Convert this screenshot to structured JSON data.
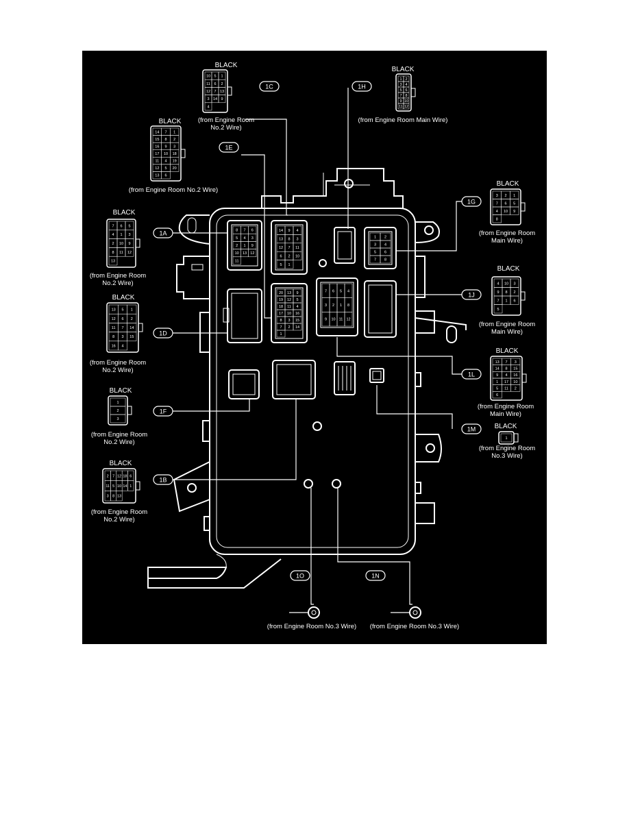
{
  "black": "BLACK",
  "connectors": {
    "1A": {
      "tag": "1A",
      "caption": [
        "(from Engine Room",
        "No.2 Wire)"
      ],
      "pins": [
        "7",
        "6",
        "5",
        "4",
        "1",
        "3",
        "2",
        "10",
        "9",
        "8",
        "11",
        "12",
        "13"
      ]
    },
    "1B": {
      "tag": "1B",
      "caption": [
        "(from Engine Room",
        "No.2 Wire)"
      ],
      "pins": [
        "2",
        "7",
        "12",
        "18",
        "6",
        "11",
        "5",
        "10",
        "14",
        "1",
        "3",
        "8",
        "13"
      ]
    },
    "1C": {
      "tag": "1C",
      "caption": [
        "(from Engine Room",
        "No.2 Wire)"
      ],
      "pins": [
        "10",
        "5",
        "1",
        "11",
        "6",
        "2",
        "12",
        "7",
        "13",
        "3",
        "14",
        "9",
        "4"
      ]
    },
    "1D": {
      "tag": "1D",
      "caption": [
        "(from Engine Room",
        "No.2 Wire)"
      ],
      "pins": [
        "13",
        "5",
        "1",
        "12",
        "6",
        "2",
        "11",
        "7",
        "14",
        "8",
        "3",
        "15",
        "16",
        "4"
      ]
    },
    "1E": {
      "tag": "1E",
      "caption": [
        "(from Engine Room No.2 Wire)"
      ],
      "pins": [
        "14",
        "7",
        "1",
        "15",
        "8",
        "2",
        "16",
        "9",
        "3",
        "17",
        "10",
        "18",
        "11",
        "4",
        "19",
        "12",
        "5",
        "20",
        "13",
        "6"
      ]
    },
    "1F": {
      "tag": "1F",
      "caption": [
        "(from Engine Room",
        "No.2 Wire)"
      ],
      "pins": [
        "1",
        "2",
        "3"
      ]
    },
    "1G": {
      "tag": "1G",
      "caption": [
        "(from Engine Room",
        "Main Wire)"
      ],
      "pins": [
        "3",
        "2",
        "1",
        "7",
        "6",
        "5",
        "4",
        "10",
        "9",
        "8"
      ]
    },
    "1H": {
      "tag": "1H",
      "caption": [
        "(from Engine Room Main Wire)"
      ],
      "pins": [
        "1",
        "2",
        "3",
        "4",
        "5",
        "6",
        "7",
        "8",
        "9",
        "10",
        "11",
        "12"
      ]
    },
    "1J": {
      "tag": "1J",
      "caption": [
        "(from Engine Room",
        "Main Wire)"
      ],
      "pins": [
        "4",
        "10",
        "3",
        "9",
        "8",
        "2",
        "7",
        "1",
        "6",
        "5"
      ]
    },
    "1L": {
      "tag": "1L",
      "caption": [
        "(from Engine Room",
        "Main Wire)"
      ],
      "pins": [
        "13",
        "7",
        "3",
        "14",
        "8",
        "15",
        "9",
        "4",
        "16",
        "1",
        "17",
        "10",
        "5",
        "11",
        "2",
        "6"
      ]
    },
    "1M": {
      "tag": "1M",
      "caption": [
        "(from Engine Room",
        "No.3 Wire)"
      ],
      "pins": [
        "1"
      ]
    },
    "1N": {
      "tag": "1N",
      "caption": [
        "(from Engine Room No.3 Wire)"
      ]
    },
    "1O": {
      "tag": "1O",
      "caption": [
        "(from Engine Room No.3 Wire)"
      ]
    }
  },
  "block_pins": {
    "a": [
      "8",
      "7",
      "6",
      "5",
      "4",
      "3",
      "2",
      "1",
      "9",
      "10",
      "13",
      "12",
      "11"
    ],
    "c": [
      "14",
      "9",
      "4",
      "13",
      "8",
      "3",
      "12",
      "7",
      "11",
      "6",
      "2",
      "10",
      "5",
      "1"
    ],
    "d": [
      "20",
      "13",
      "9",
      "19",
      "12",
      "5",
      "18",
      "11",
      "4",
      "17",
      "10",
      "16",
      "8",
      "3",
      "15",
      "7",
      "2",
      "14",
      "1"
    ],
    "e": [
      "7",
      "6",
      "5",
      "4",
      "3",
      "2",
      "1",
      "8",
      "9",
      "10",
      "11",
      "12"
    ],
    "g": [
      "1",
      "2",
      "3",
      "4",
      "5",
      "6",
      "7",
      "8"
    ]
  }
}
